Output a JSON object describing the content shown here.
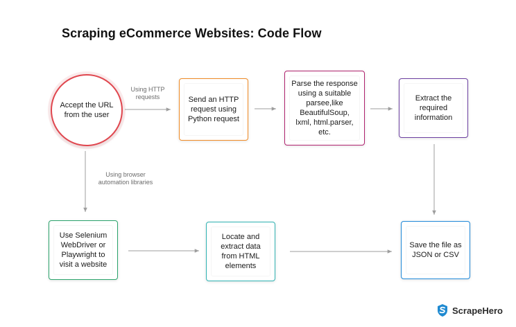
{
  "title": "Scraping eCommerce Websites: Code Flow",
  "nodes": {
    "accept_url": {
      "text": "Accept the URL\nfrom the user",
      "border": "#e0464e"
    },
    "send_http": {
      "text": "Send an HTTP\nrequest using\nPython request",
      "border": "#f08a24"
    },
    "parse_response": {
      "text": "Parse the response\nusing a suitable\nparsee,like\nBeautifulSoup,\nlxml, html.parser,\netc.",
      "border": "#b0226e"
    },
    "extract_info": {
      "text": "Extract the\nrequired\ninformation",
      "border": "#6b3fa0"
    },
    "use_selenium": {
      "text": "Use Selenium\nWebDriver or\nPlaywright to\nvisit a website",
      "border": "#2aa36b"
    },
    "locate_extract": {
      "text": "Locate and\nextract data\nfrom HTML\nelements",
      "border": "#2fb3b3"
    },
    "save_file": {
      "text": "Save the file as\nJSON or CSV",
      "border": "#1e88d8"
    }
  },
  "edge_labels": {
    "http": "Using HTTP\nrequests",
    "browser": "Using browser\nautomation libraries"
  },
  "colors": {
    "arrow": "#9e9e9e",
    "logo_shield": "#1f8ad1"
  },
  "logo": {
    "text": "ScrapeHero",
    "icon": "shield-icon"
  }
}
